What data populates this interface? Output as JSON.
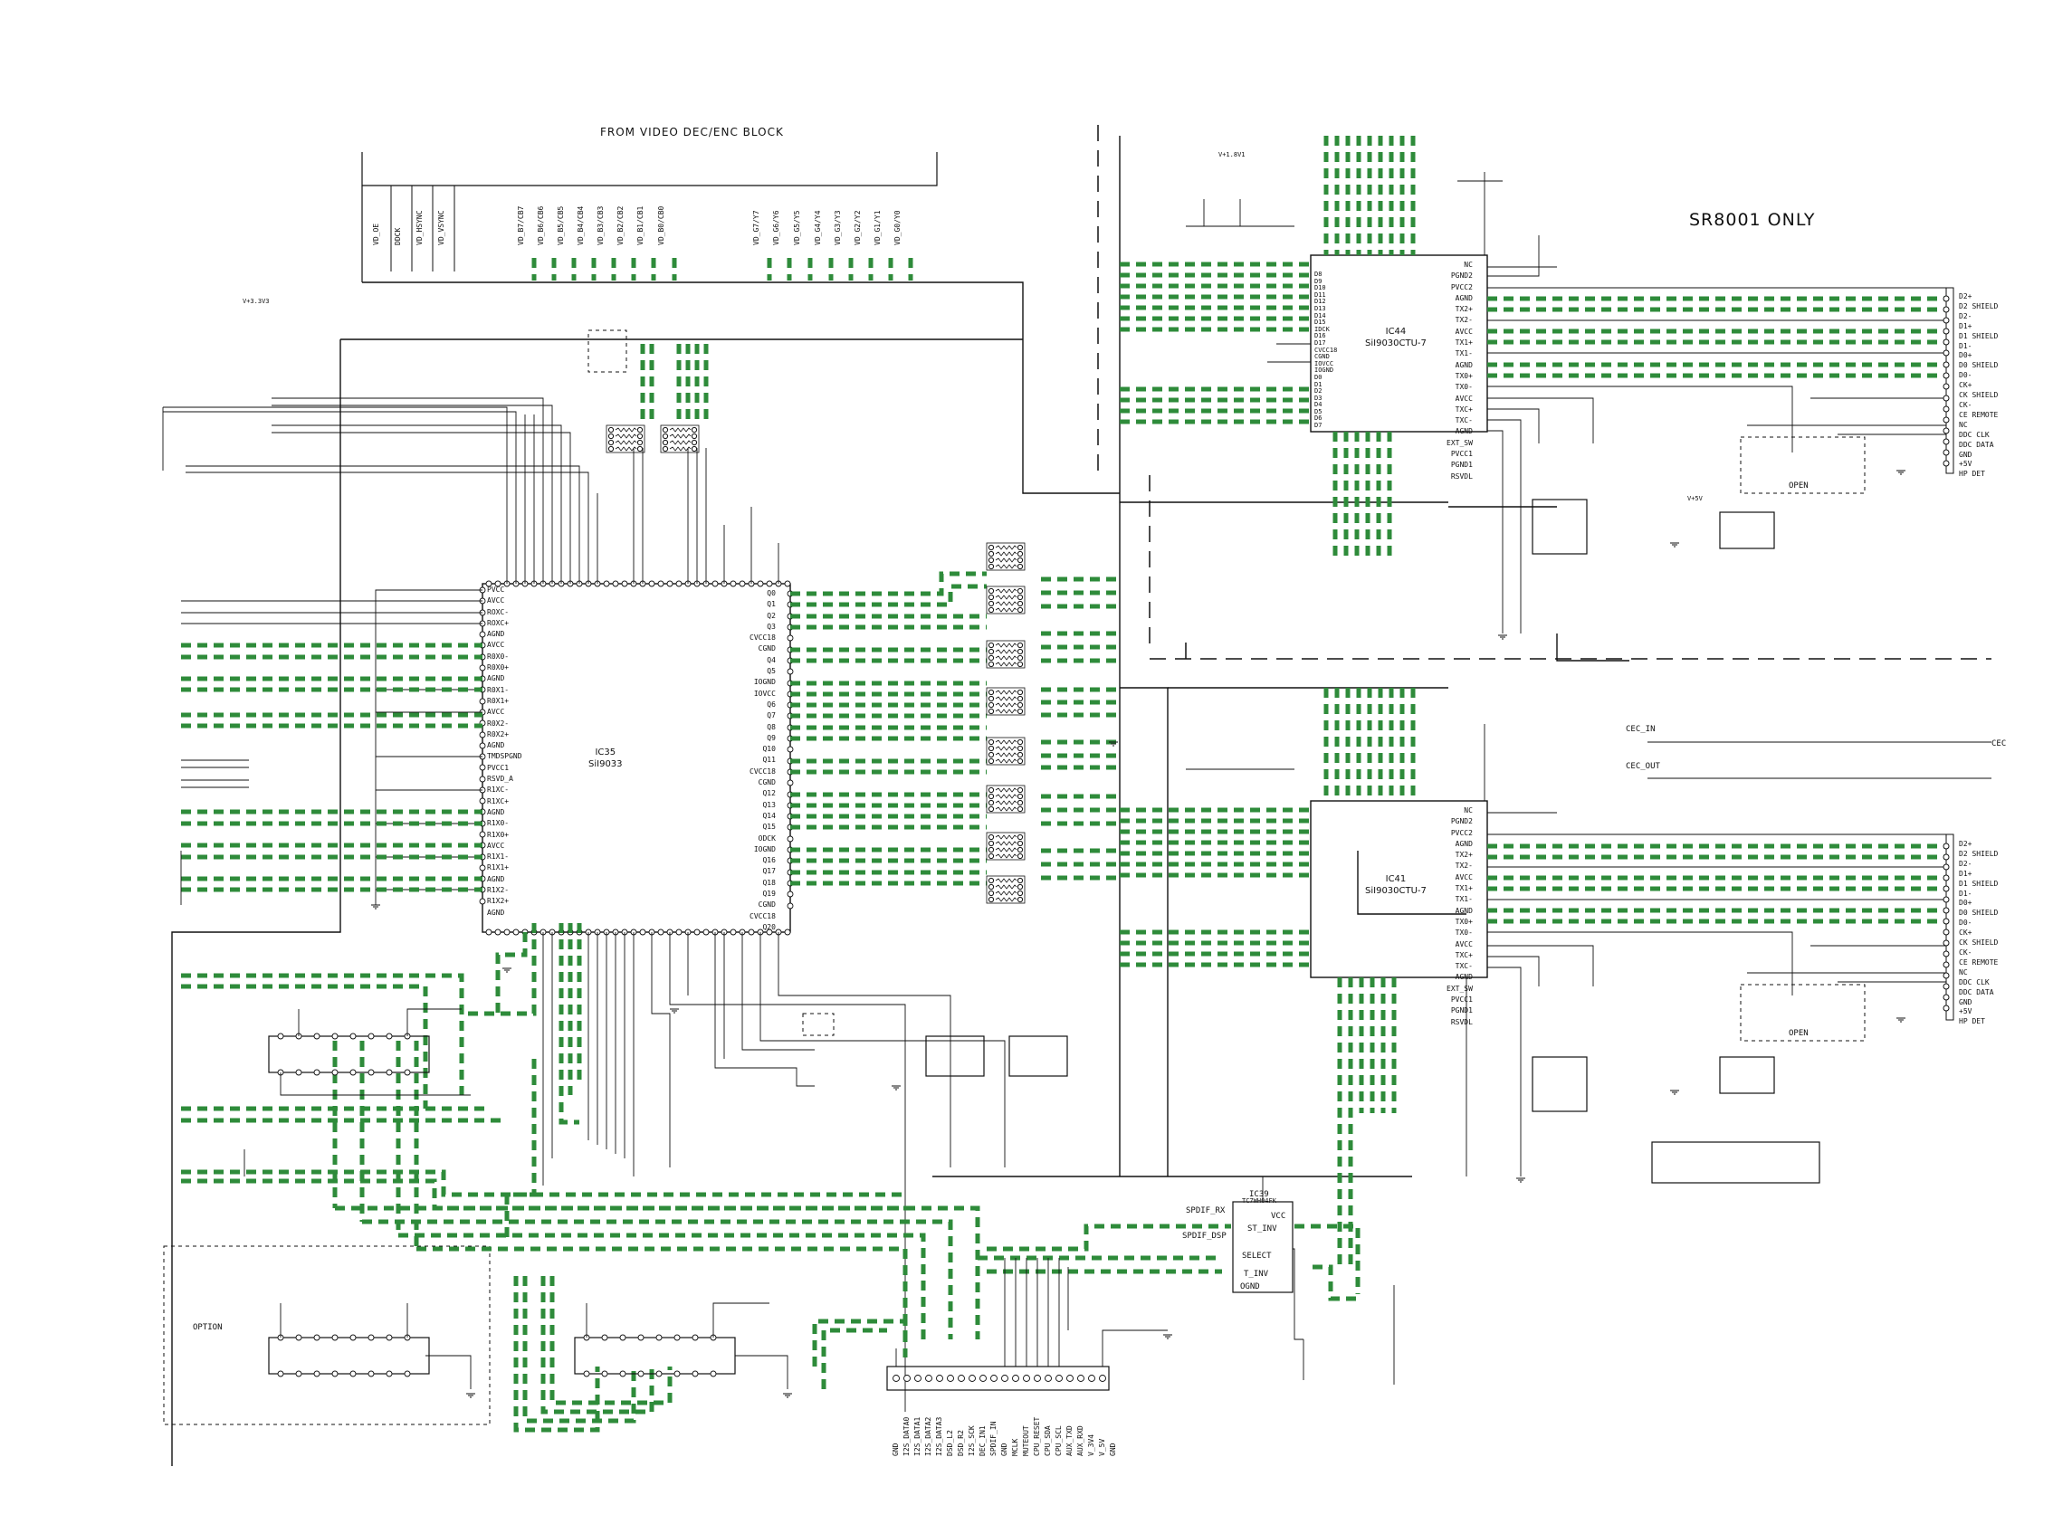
{
  "title": "SR8001 ONLY",
  "video_block_label": "FROM VIDEO DEC/ENC BLOCK",
  "ic35": {
    "ref": "IC35",
    "part": "SiI9033"
  },
  "ic44": {
    "ref": "IC44",
    "part": "SiI9030CTU-7"
  },
  "ic41": {
    "ref": "IC41",
    "part": "SiI9030CTU-7"
  },
  "ic39": {
    "ref": "IC39",
    "part": "TC7WH04FK"
  },
  "option_label": "OPTION",
  "open_label": "OPEN",
  "video_bus": [
    "VD_OE",
    "DDCK",
    "VD_HSYNC",
    "VD_VSYNC",
    "VD_B7/CB7",
    "VD_B6/CB6",
    "VD_B5/CB5",
    "VD_B4/CB4",
    "VD_B3/CB3",
    "VD_B2/CB2",
    "VD_B1/CB1",
    "VD_B0/CB0",
    "VD_G7/Y7",
    "VD_G6/Y6",
    "VD_G5/Y5",
    "VD_G4/Y4",
    "VD_G3/Y3",
    "VD_G2/Y2",
    "VD_G1/Y1",
    "VD_G0/Y0"
  ],
  "ic35_left_pins": "PVCC\nAVCC\nROXC-\nROXC+\nAGND\nAVCC\nR0X0-\nR0X0+\nAGND\nR0X1-\nR0X1+\nAVCC\nR0X2-\nR0X2+\nAGND\nTMDSPGND\nPVCC1\nRSVD_A\nR1XC-\nR1XC+\nAGND\nR1X0-\nR1X0+\nAVCC\nR1X1-\nR1X1+\nAGND\nR1X2-\nR1X2+\nAGND",
  "ic35_right_pins": "Q0\nQ1\nQ2\nQ3\nCVCC18\nCGND\nQ4\nQ5\nIOGND\nIOVCC\nQ6\nQ7\nQ8\nQ9\nQ10\nQ11\nCVCC18\nCGND\nQ12\nQ13\nQ14\nQ15\nODCK\nIOGND\nQ16\nQ17\nQ18\nQ19\nCGND\nCVCC18\nQ20",
  "ic44_right_pins": "NC\nPGND2\nPVCC2\nAGND\nTX2+\nTX2-\nAVCC\nTX1+\nTX1-\nAGND\nTX0+\nTX0-\nAVCC\nTXC+\nTXC-\nAGND\nEXT_SW\nPVCC1\nPGND1\nRSVDL",
  "ic44_left_pins": "D8\nD9\nD10\nD11\nD12\nD13\nD14\nD15\nIDCK\nD16\nD17\nCVCC18\nCGND\nIOVCC\nIOGND\nD0\nD1\nD2\nD3\nD4\nD5\nD6\nD7",
  "ic41_right_pins": "NC\nPGND2\nPVCC2\nAGND\nTX2+\nTX2-\nAVCC\nTX1+\nTX1-\nAGND\nTX0+\nTX0-\nAVCC\nTXC+\nTXC-\nAGND\nEXT_SW\nPVCC1\nPGND1\nRSVDL",
  "hdmi_connector_pins": "D2+\nD2 SHIELD\nD2-\nD1+\nD1 SHIELD\nD1-\nD0+\nD0 SHIELD\nD0-\nCK+\nCK SHIELD\nCK-\nCE REMOTE\nNC\nDDC CLK\nDDC DATA\nGND\n+5V\nHP DET",
  "bottom_connector_pins": [
    "GND",
    "I2S_DATA0",
    "I2S_DATA1",
    "I2S_DATA2",
    "I2S_DATA3",
    "DSD_L2",
    "DSD_R2",
    "I2S_SCK",
    "DEC_IN1",
    "SPDIF_IN",
    "GND",
    "MCLK",
    "MUTEOUT",
    "CPU_RESET",
    "CPU_SDA",
    "CPU_SCL",
    "AUX_TXD",
    "AUX_RXD",
    "V_3V4",
    "V_5V",
    "GND"
  ],
  "ic39_pins": [
    "SPDIF_RX",
    "SPDIF_DSP",
    "ST_INV",
    "SELECT",
    "T_INV",
    "VCC",
    "OGND"
  ],
  "cec_labels": [
    "CEC_IN",
    "CEC_OUT",
    "CEC"
  ],
  "supply_labels": [
    "V+3.3V3",
    "V+1.8V1",
    "V+5V"
  ]
}
